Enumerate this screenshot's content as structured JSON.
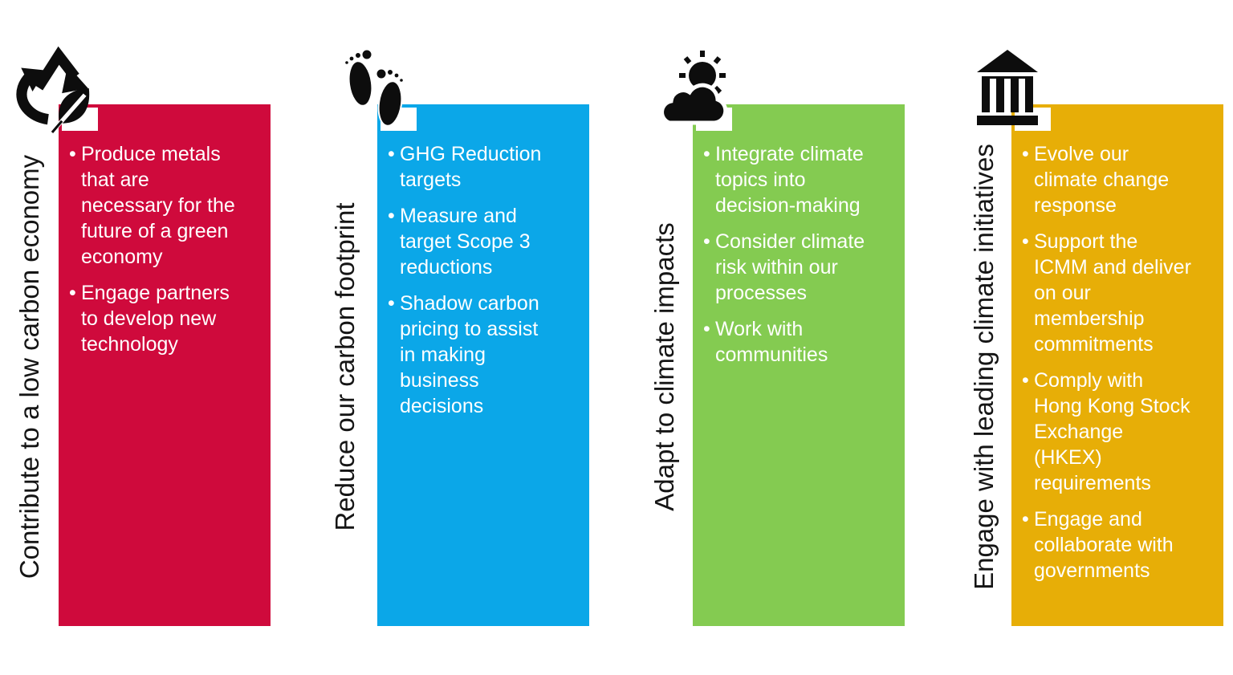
{
  "page": {
    "background_color": "#FFFFFF",
    "bullet_text_color": "#FFFFFF",
    "title_text_color": "#151515",
    "icon_color": "#0D0D0D",
    "notch_color": "#FFFFFF"
  },
  "columns": [
    {
      "id": "low-carbon-economy",
      "title": "Contribute to a low carbon economy",
      "color": "#CF0A3C",
      "icon": "recycle-leaf-icon",
      "bullets": [
        "Produce metals that are necessary for the future of a green economy",
        "Engage partners to develop new technology"
      ]
    },
    {
      "id": "carbon-footprint",
      "title": "Reduce our carbon footprint",
      "color": "#0BA7E8",
      "icon": "footprints-icon",
      "bullets": [
        "GHG Reduction targets",
        "Measure and target Scope 3 reductions",
        "Shadow carbon pricing to assist in making business decisions"
      ]
    },
    {
      "id": "climate-impacts",
      "title": "Adapt to climate impacts",
      "color": "#84CB51",
      "icon": "sun-cloud-icon",
      "bullets": [
        "Integrate climate topics into decision-making",
        "Consider climate risk within our processes",
        "Work with communities"
      ]
    },
    {
      "id": "climate-initiatives",
      "title": "Engage with leading climate initiatives",
      "color": "#E7AE07",
      "icon": "bank-icon",
      "bullets": [
        "Evolve our climate change response",
        "Support the ICMM and deliver on our membership commitments",
        "Comply with Hong Kong Stock Exchange (HKEX) requirements",
        "Engage and collaborate with governments"
      ]
    }
  ]
}
